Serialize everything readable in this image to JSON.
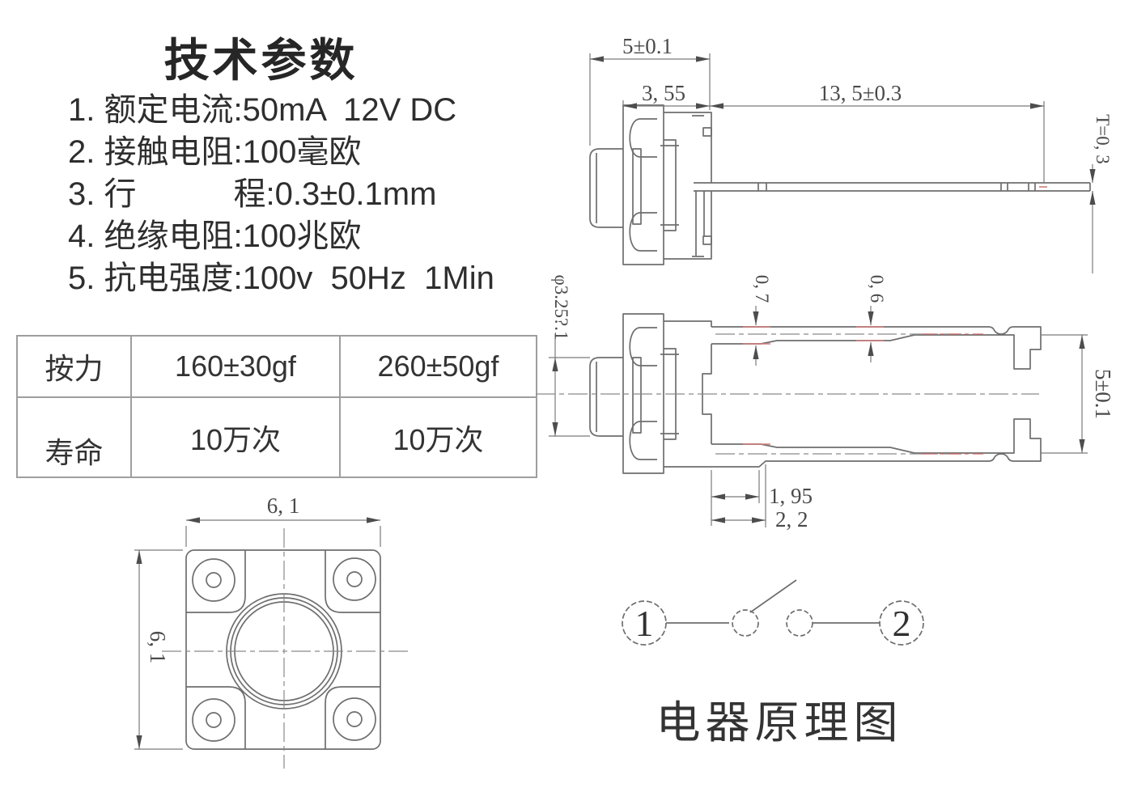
{
  "colors": {
    "line": "#6e6e6e",
    "dimension_text": "#4a4a4a",
    "body_text": "#2e2e2e",
    "table_border": "#9e9e9e",
    "centerline_red": "#cf6b6b",
    "background": "#ffffff"
  },
  "tech_specs": {
    "title": "技术参数",
    "items": [
      "1. 额定电流:50mA  12V DC",
      "2. 接触电阻:100毫欧",
      "3. 行　　　程:0.3±0.1mm",
      "4. 绝缘电阻:100兆欧",
      "5. 抗电强度:100v  50Hz  1Min"
    ]
  },
  "spec_table": {
    "rows": [
      {
        "label": "按力",
        "values": [
          "160±30gf",
          "260±50gf"
        ]
      },
      {
        "label": "寿命",
        "values": [
          "10万次",
          "10万次"
        ]
      }
    ]
  },
  "side_view": {
    "dims": {
      "button_width": "5±0.1",
      "body_width": "3, 55",
      "lead_length": "13, 5±0.3",
      "lead_thickness": "T=0, 3"
    }
  },
  "lead_view": {
    "dims": {
      "lead_width_root": "0, 7",
      "lead_width_tip": "0, 6",
      "shaft_diameter": "φ3.25?.1",
      "terminal_span": "5±0.1",
      "root_step": "1, 95",
      "root_step_outer": "2, 2"
    }
  },
  "front_view": {
    "dims": {
      "width": "6, 1",
      "height": "6, 1"
    }
  },
  "circuit": {
    "terminal_left": "1",
    "terminal_right": "2",
    "caption": "电器原理图"
  }
}
